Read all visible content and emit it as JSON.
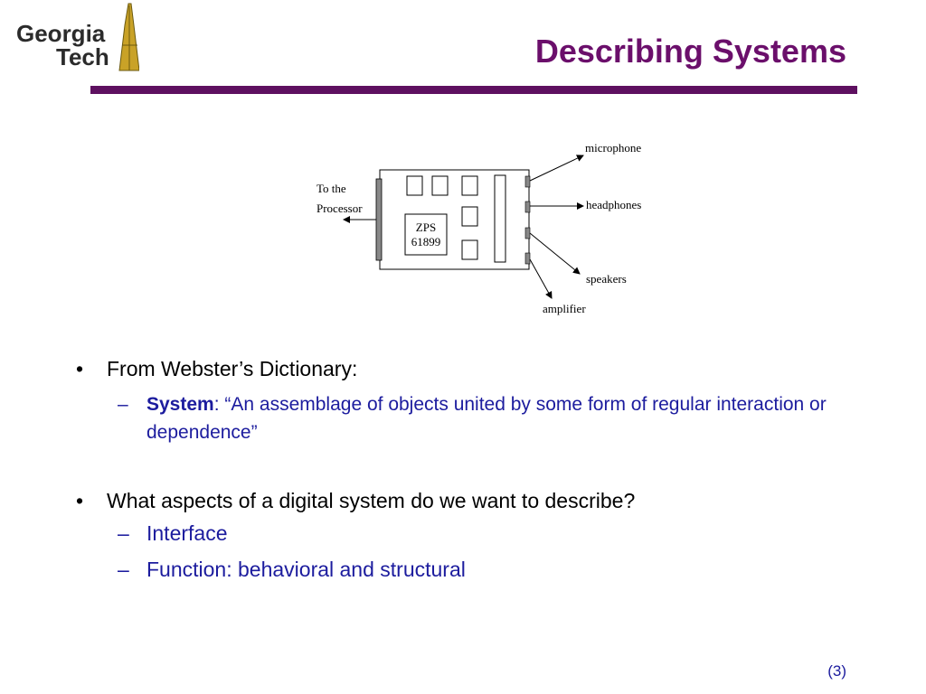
{
  "logo": {
    "line1": "Georgia",
    "line2": "Tech"
  },
  "slide": {
    "title": "Describing Systems",
    "page_number": "(3)"
  },
  "diagram": {
    "chip_label_line1": "ZPS",
    "chip_label_line2": "61899",
    "processor_label_line1": "To the",
    "processor_label_line2": "Processor",
    "outputs": {
      "microphone": "microphone",
      "headphones": "headphones",
      "speakers": "speakers",
      "amplifier": "amplifier"
    }
  },
  "bullets": {
    "b1": {
      "text": "From Webster’s Dictionary:",
      "sub1_term": "System",
      "sub1_text": ": “An assemblage of objects united by some form of regular interaction or dependence”"
    },
    "b2": {
      "text": "What aspects of a digital system do we want to describe?",
      "sub1": "Interface",
      "sub2": "Function: behavioral and structural"
    }
  },
  "colors": {
    "title": "#6b0f6b",
    "rule": "#5e1060",
    "sub_text": "#1c1c9e",
    "logo_gold": "#c9a227"
  }
}
